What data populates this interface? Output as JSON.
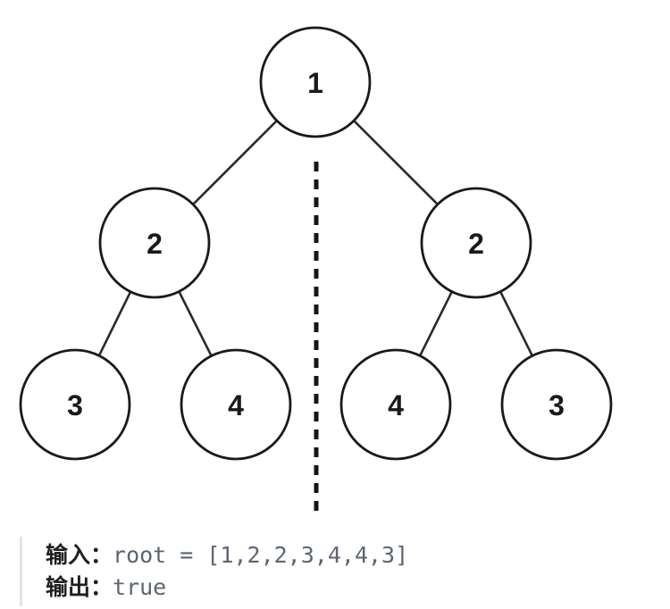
{
  "figure": {
    "description_name": "symmetric-binary-tree-diagram",
    "nodes": [
      {
        "id": "root",
        "value": "1"
      },
      {
        "id": "left-child",
        "value": "2"
      },
      {
        "id": "right-child",
        "value": "2"
      },
      {
        "id": "left-left-leaf",
        "value": "3"
      },
      {
        "id": "left-right-leaf",
        "value": "4"
      },
      {
        "id": "right-left-leaf",
        "value": "4"
      },
      {
        "id": "right-right-leaf",
        "value": "3"
      }
    ],
    "edges": [
      [
        "root",
        "left-child"
      ],
      [
        "root",
        "right-child"
      ],
      [
        "left-child",
        "left-left-leaf"
      ],
      [
        "left-child",
        "left-right-leaf"
      ],
      [
        "right-child",
        "right-left-leaf"
      ],
      [
        "right-child",
        "right-right-leaf"
      ]
    ],
    "axis": "vertical-dashed-symmetry-line"
  },
  "example": {
    "input_label": "输入：",
    "input_value": "root = [1,2,2,3,4,4,3]",
    "output_label": "输出：",
    "output_value": "true"
  },
  "colors": {
    "background": "#ffffff",
    "node_fill": "#ffffff",
    "node_stroke": "#1a1a1a",
    "edge_stroke": "#2a2a2a",
    "axis_stroke": "#161616",
    "label_text": "#1f1f1f",
    "code_text": "#5c6570",
    "block_border": "#e4e4e4"
  }
}
